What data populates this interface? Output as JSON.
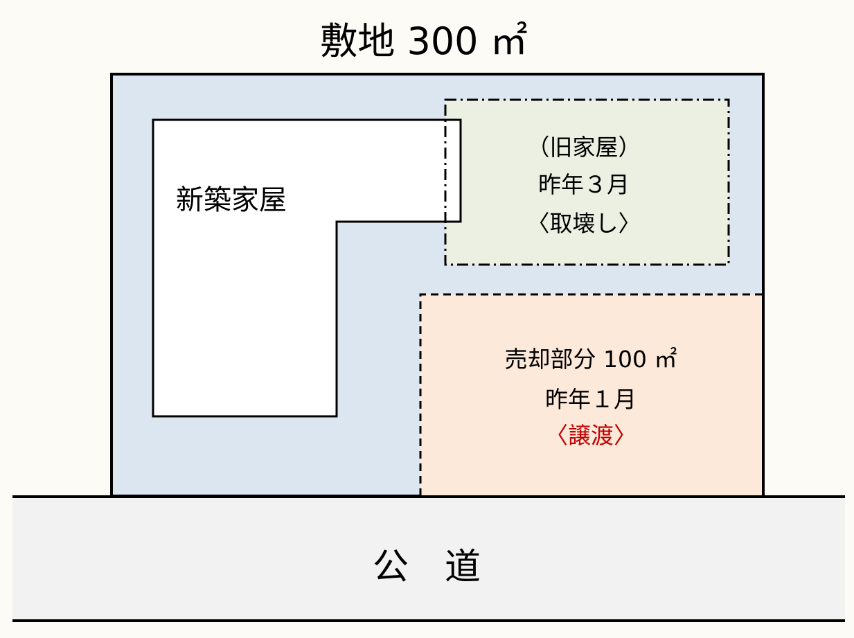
{
  "title": "敷地 300 ㎡",
  "new_house": {
    "label": "新築家屋"
  },
  "old_house": {
    "lines": [
      "（旧家屋）",
      "昨年３月",
      "〈取壊し〉"
    ]
  },
  "sold_part": {
    "lines": [
      "売却部分 100 ㎡",
      "昨年１月",
      "〈譲渡〉"
    ]
  },
  "road": {
    "label": "公　道"
  },
  "colors": {
    "background": "#fcfbf6",
    "site": "#dce6f1",
    "old_house": "#ebf0e0",
    "sold_part": "#fde9d9",
    "road": "#f2f2f2",
    "highlight": "#c00000"
  }
}
